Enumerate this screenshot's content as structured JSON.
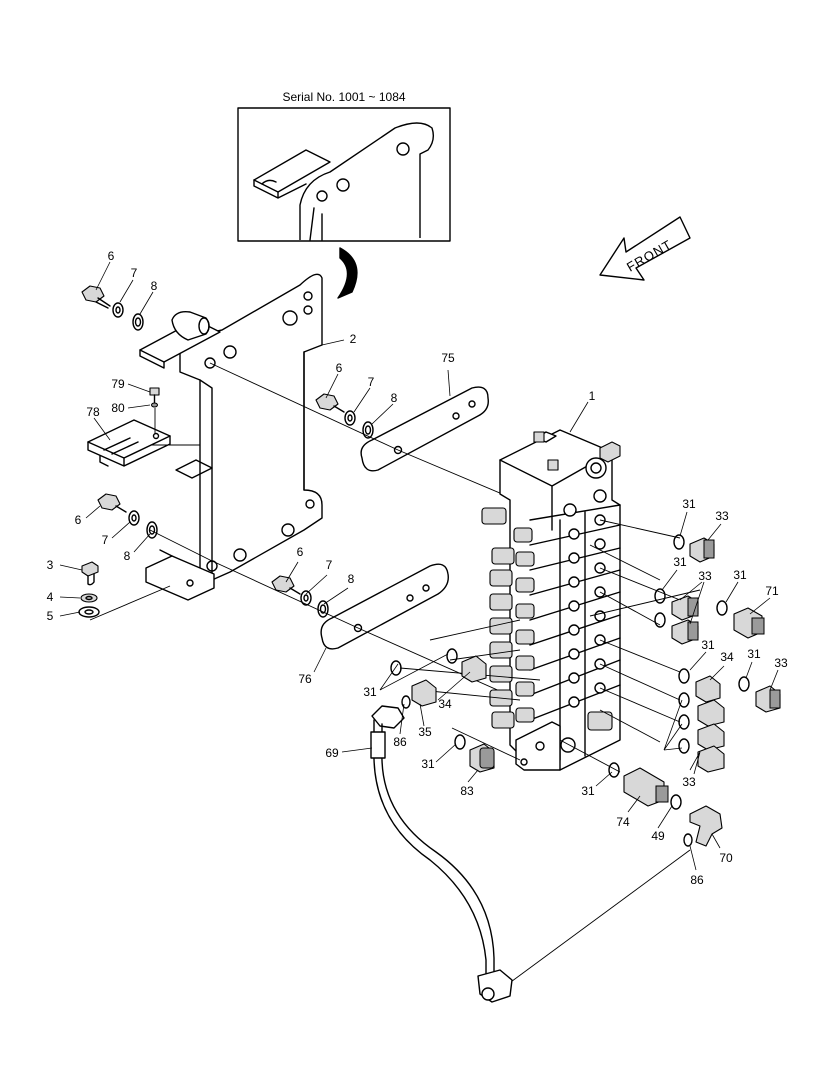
{
  "inset": {
    "title": "Serial No. 1001 ~ 1084"
  },
  "direction": {
    "label": "FRONT"
  },
  "callouts": [
    {
      "id": "c6a",
      "text": "6"
    },
    {
      "id": "c7a",
      "text": "7"
    },
    {
      "id": "c8a",
      "text": "8"
    },
    {
      "id": "c2",
      "text": "2"
    },
    {
      "id": "c79",
      "text": "79"
    },
    {
      "id": "c80",
      "text": "80"
    },
    {
      "id": "c78",
      "text": "78"
    },
    {
      "id": "c6b",
      "text": "6"
    },
    {
      "id": "c7b",
      "text": "7"
    },
    {
      "id": "c8b",
      "text": "8"
    },
    {
      "id": "c75",
      "text": "75"
    },
    {
      "id": "c1",
      "text": "1"
    },
    {
      "id": "c6c",
      "text": "6"
    },
    {
      "id": "c7c",
      "text": "7"
    },
    {
      "id": "c8c",
      "text": "8"
    },
    {
      "id": "c3",
      "text": "3"
    },
    {
      "id": "c4",
      "text": "4"
    },
    {
      "id": "c5",
      "text": "5"
    },
    {
      "id": "c6d",
      "text": "6"
    },
    {
      "id": "c7d",
      "text": "7"
    },
    {
      "id": "c8d",
      "text": "8"
    },
    {
      "id": "c76",
      "text": "76"
    },
    {
      "id": "c31a",
      "text": "31"
    },
    {
      "id": "c33a",
      "text": "33"
    },
    {
      "id": "c31b",
      "text": "31"
    },
    {
      "id": "c33b",
      "text": "33"
    },
    {
      "id": "c31c",
      "text": "31"
    },
    {
      "id": "c71",
      "text": "71"
    },
    {
      "id": "c31d",
      "text": "31"
    },
    {
      "id": "c34a",
      "text": "34"
    },
    {
      "id": "c31e",
      "text": "31"
    },
    {
      "id": "c33c",
      "text": "33"
    },
    {
      "id": "c31f",
      "text": "31"
    },
    {
      "id": "c34b",
      "text": "34"
    },
    {
      "id": "c35",
      "text": "35"
    },
    {
      "id": "c86a",
      "text": "86"
    },
    {
      "id": "c69",
      "text": "69"
    },
    {
      "id": "c31g",
      "text": "31"
    },
    {
      "id": "c83",
      "text": "83"
    },
    {
      "id": "c31h",
      "text": "31"
    },
    {
      "id": "c33d",
      "text": "33"
    },
    {
      "id": "c74",
      "text": "74"
    },
    {
      "id": "c49",
      "text": "49"
    },
    {
      "id": "c70",
      "text": "70"
    },
    {
      "id": "c86b",
      "text": "86"
    }
  ]
}
